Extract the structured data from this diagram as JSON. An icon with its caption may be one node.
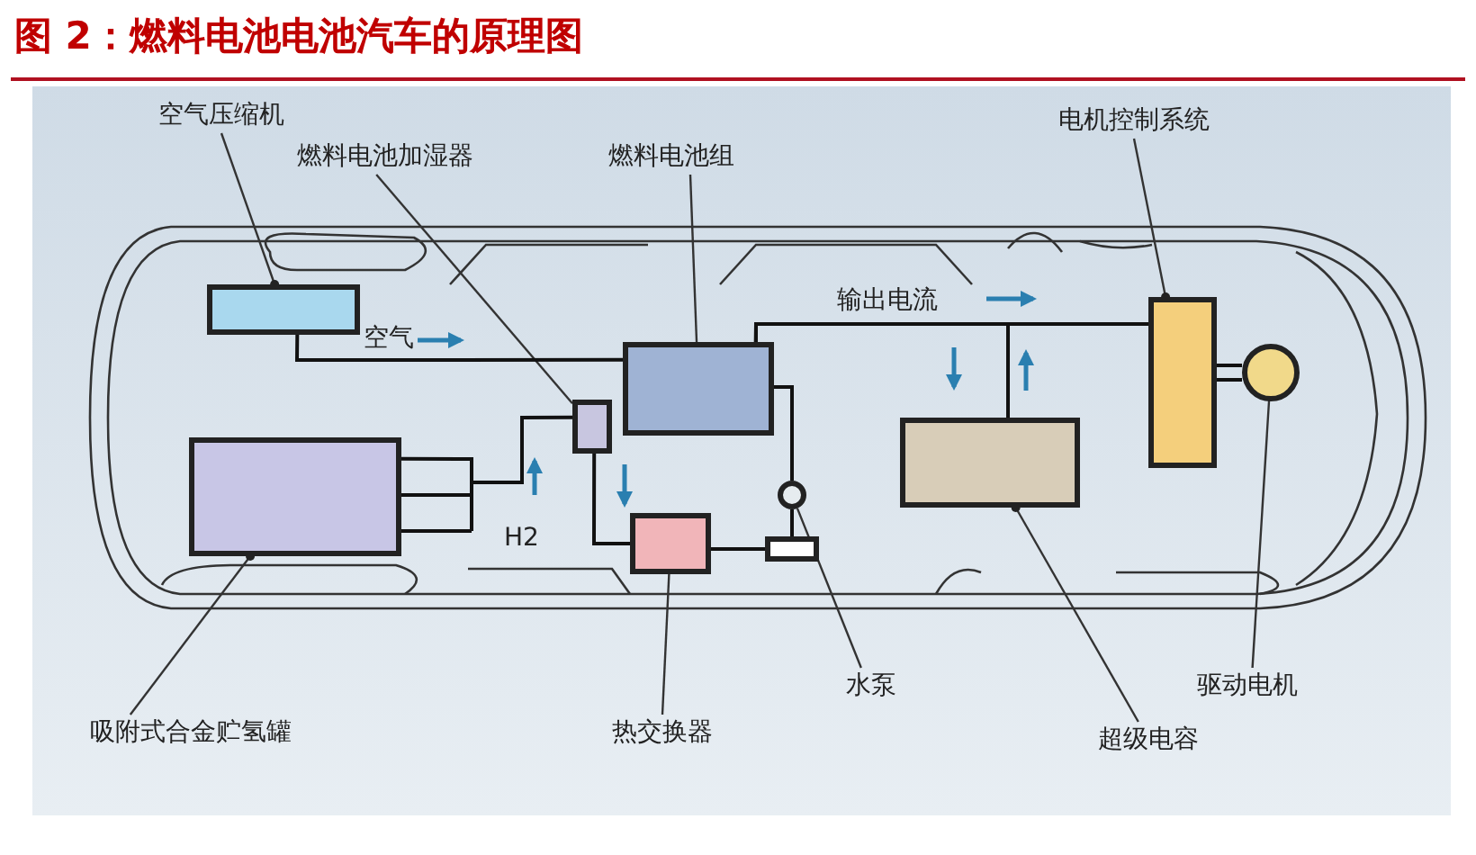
{
  "diagram": {
    "title": "图 2：燃料电池电池汽车的原理图",
    "nodes": [
      {
        "text": [
          "空气压缩机"
        ]
      },
      {
        "text": [
          "燃料电池加湿器"
        ]
      },
      {
        "text": [
          "燃料电池组"
        ]
      },
      {
        "text": [
          "电机控制系统"
        ]
      },
      {
        "text": [
          "吸附式合金贮氢罐"
        ]
      },
      {
        "text": [
          "热交换器"
        ]
      },
      {
        "text": [
          "水泵"
        ]
      },
      {
        "text": [
          "超级电容"
        ]
      },
      {
        "text": [
          "驱动电机"
        ]
      },
      {
        "text": [],
        "shape": "box"
      },
      {
        "text": [],
        "shape": "box"
      },
      {
        "text": [],
        "shape": "box"
      },
      {
        "text": [],
        "shape": "box"
      },
      {
        "text": [],
        "shape": "box"
      },
      {
        "text": [],
        "shape": "box"
      },
      {
        "text": [],
        "shape": "circle"
      },
      {
        "text": [],
        "shape": "box"
      },
      {
        "text": [],
        "shape": "circle"
      },
      {
        "text": [],
        "shape": "box"
      }
    ],
    "edges": [
      {
        "from": 0,
        "to": 9,
        "arrow": "other"
      },
      {
        "from": 1,
        "to": 10,
        "arrow": "none"
      },
      {
        "from": 2,
        "to": 11,
        "arrow": "none"
      },
      {
        "from": 3,
        "to": 12,
        "arrow": "other"
      },
      {
        "from": 4,
        "to": 13,
        "arrow": "other"
      },
      {
        "from": 5,
        "to": 14,
        "arrow": "none"
      },
      {
        "from": 6,
        "to": 15,
        "arrow": "none"
      },
      {
        "from": 7,
        "to": 16,
        "arrow": "other"
      },
      {
        "from": 8,
        "to": 17,
        "arrow": "other"
      },
      {
        "from": 9,
        "to": 11,
        "arrow": "none"
      },
      {
        "from": 13,
        "to": 10,
        "arrow": "none"
      },
      {
        "from": 10,
        "to": 14,
        "arrow": "none"
      },
      {
        "from": 11,
        "to": 15,
        "arrow": "none"
      },
      {
        "from": 14,
        "to": 18,
        "arrow": "none"
      },
      {
        "from": 18,
        "to": 15,
        "arrow": "none"
      },
      {
        "from": 11,
        "to": 12,
        "arrow": "none"
      },
      {
        "from": 11,
        "to": 16,
        "arrow": "none"
      },
      {
        "from": 12,
        "to": 17,
        "arrow": "none"
      }
    ],
    "labels": [
      "空气",
      "H2",
      "输出电流"
    ]
  }
}
